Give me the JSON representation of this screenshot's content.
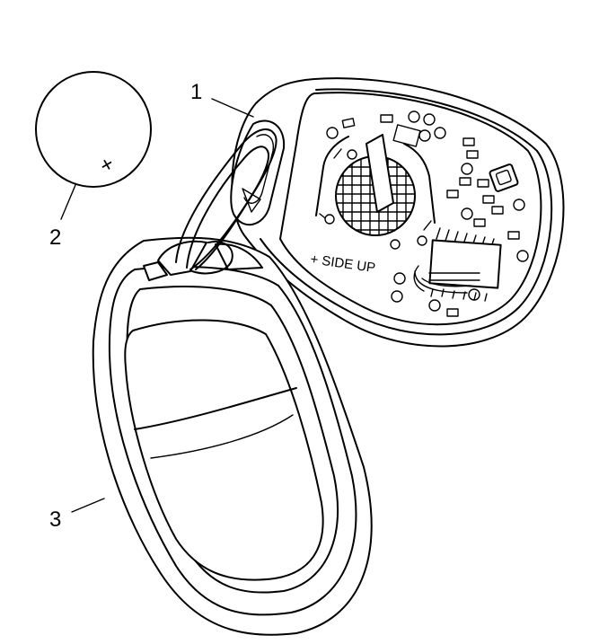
{
  "callouts": {
    "c1": "1",
    "c2": "2",
    "c3": "3"
  },
  "pcb": {
    "orientation_mark": "+ SIDE UP"
  },
  "battery": {
    "polarity": "+"
  }
}
